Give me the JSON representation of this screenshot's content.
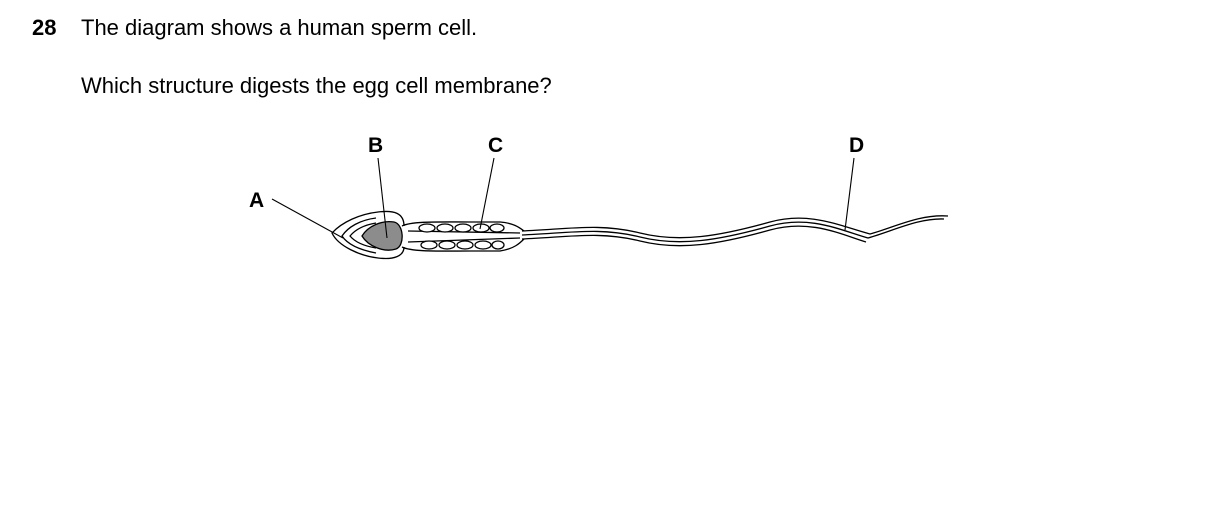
{
  "question": {
    "number": "28",
    "stem": "The diagram shows a human sperm cell.",
    "prompt": "Which structure digests the egg cell membrane?"
  },
  "diagram": {
    "labels": [
      "A",
      "B",
      "C",
      "D"
    ]
  }
}
